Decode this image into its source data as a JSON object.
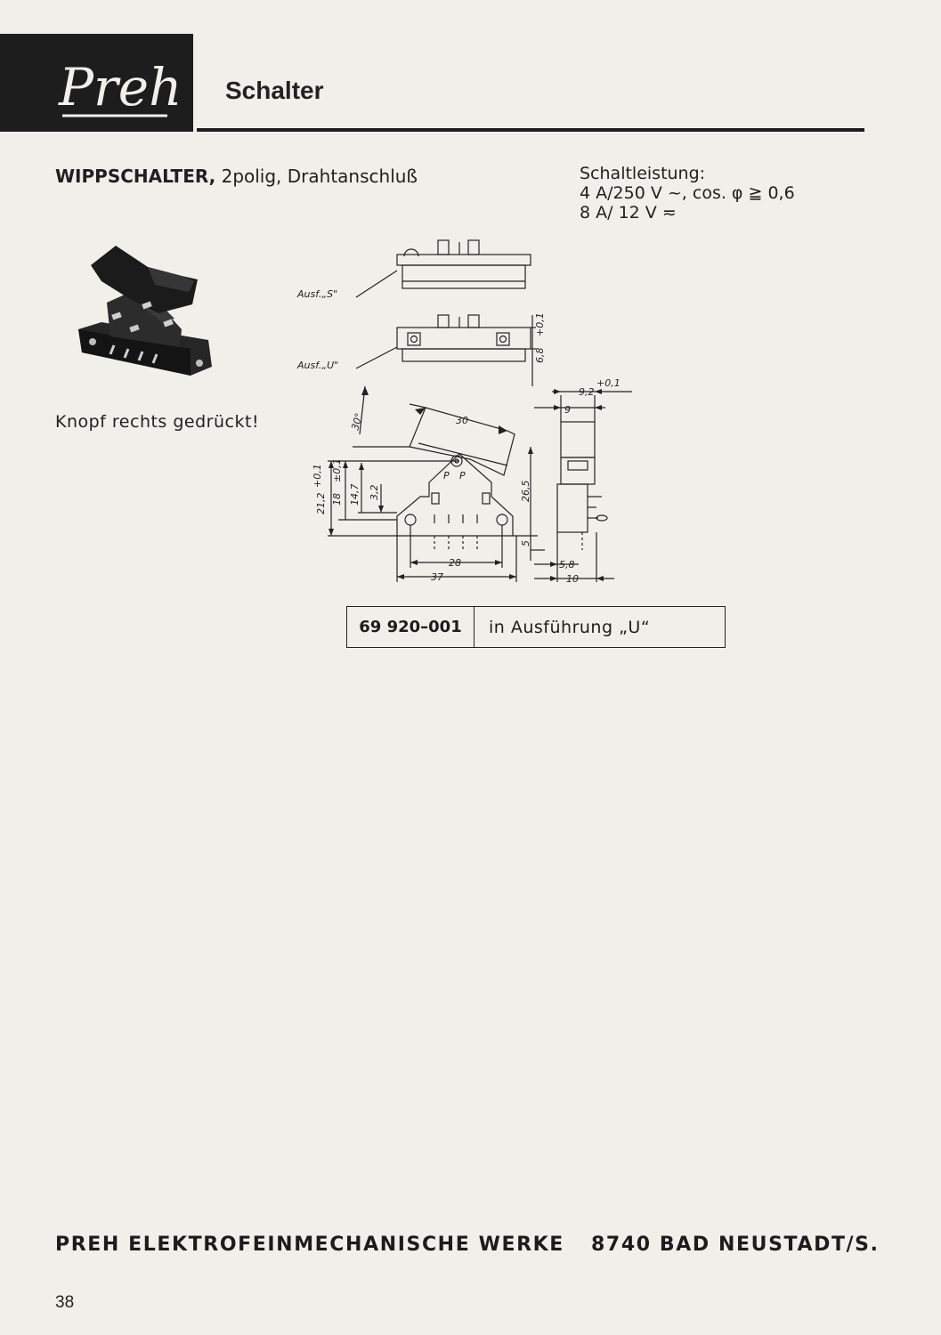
{
  "header": {
    "logo_text": "Preh",
    "title": "Schalter"
  },
  "product": {
    "name": "WIPPSCHALTER,",
    "description": "2polig, Drahtanschluß"
  },
  "rating": {
    "label": "Schaltleistung:",
    "line1": "4 A/250 V ~, cos. φ ≧ 0,6",
    "line2": "8 A/  12 V ≂"
  },
  "note": "Knopf rechts gedrückt!",
  "drawing": {
    "variant_s_label": "Ausf.„S\"",
    "variant_u_label": "Ausf.„U\"",
    "dims": {
      "d30deg": "30°",
      "d30": "30",
      "d21_2": "21,2",
      "d21_2_tol": "+0,1",
      "d18": "18",
      "d18_tol": "±0,1",
      "d14_7": "14,7",
      "d3_2": "3,2",
      "d26_5": "26,5",
      "d5": "5",
      "d28": "28",
      "d37": "37",
      "d9_2": "9,2",
      "d9_2_tol": "+0,1",
      "d9": "9",
      "d6_8": "6,8",
      "d6_8_tol": "+0,1",
      "d5_8": "5,8",
      "d10": "10",
      "p_left": "P",
      "p_right": "P"
    }
  },
  "order": {
    "number": "69 920–001",
    "description": "in Ausführung „U“"
  },
  "footer": {
    "company": "PREH ELEKTROFEINMECHANISCHE WERKE",
    "address": "8740 BAD NEUSTADT/S."
  },
  "page_number": "38"
}
